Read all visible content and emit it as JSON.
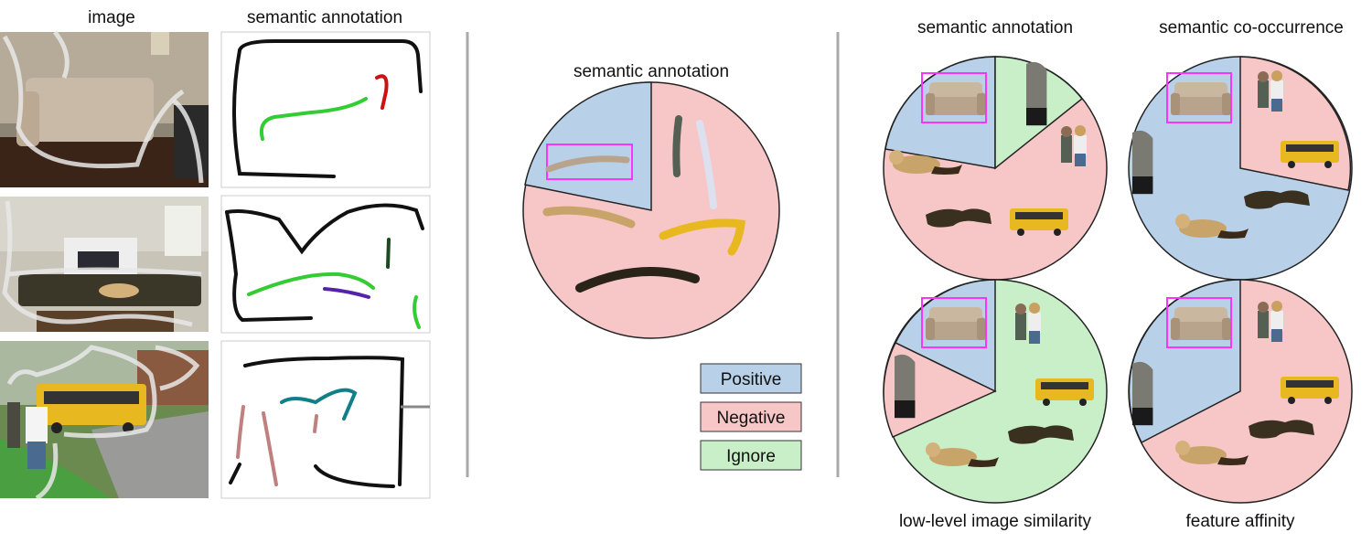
{
  "left_panel": {
    "header_image": "image",
    "header_annotation": "semantic annotation"
  },
  "middle_panel": {
    "title": "semantic annotation"
  },
  "legend": {
    "positive": "Positive",
    "negative": "Negative",
    "ignore": "Ignore"
  },
  "right_panel": {
    "top_left": "semantic annotation",
    "top_right": "semantic co-occurrence",
    "bottom_left": "low-level image similarity",
    "bottom_right": "feature affinity"
  },
  "colors": {
    "positive": "#b8d1e8",
    "negative": "#f7c6c6",
    "ignore": "#c8efc8",
    "highlight_box": "#ff33ff",
    "scribble_green": "#33cc33",
    "scribble_red": "#cc1111",
    "scribble_purple": "#5522aa",
    "scribble_teal": "#117f88",
    "scribble_pink": "#c08080",
    "divider": "#aaaaaa"
  }
}
